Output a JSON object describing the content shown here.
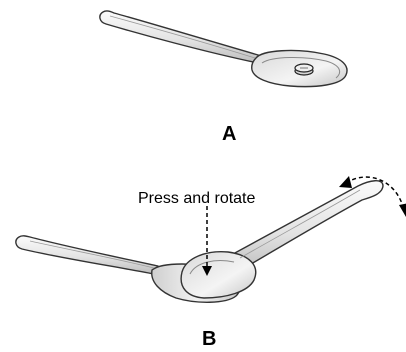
{
  "figure": {
    "panel_a": {
      "label": "A"
    },
    "panel_b": {
      "label": "B",
      "annotation": "Press and rotate"
    }
  }
}
